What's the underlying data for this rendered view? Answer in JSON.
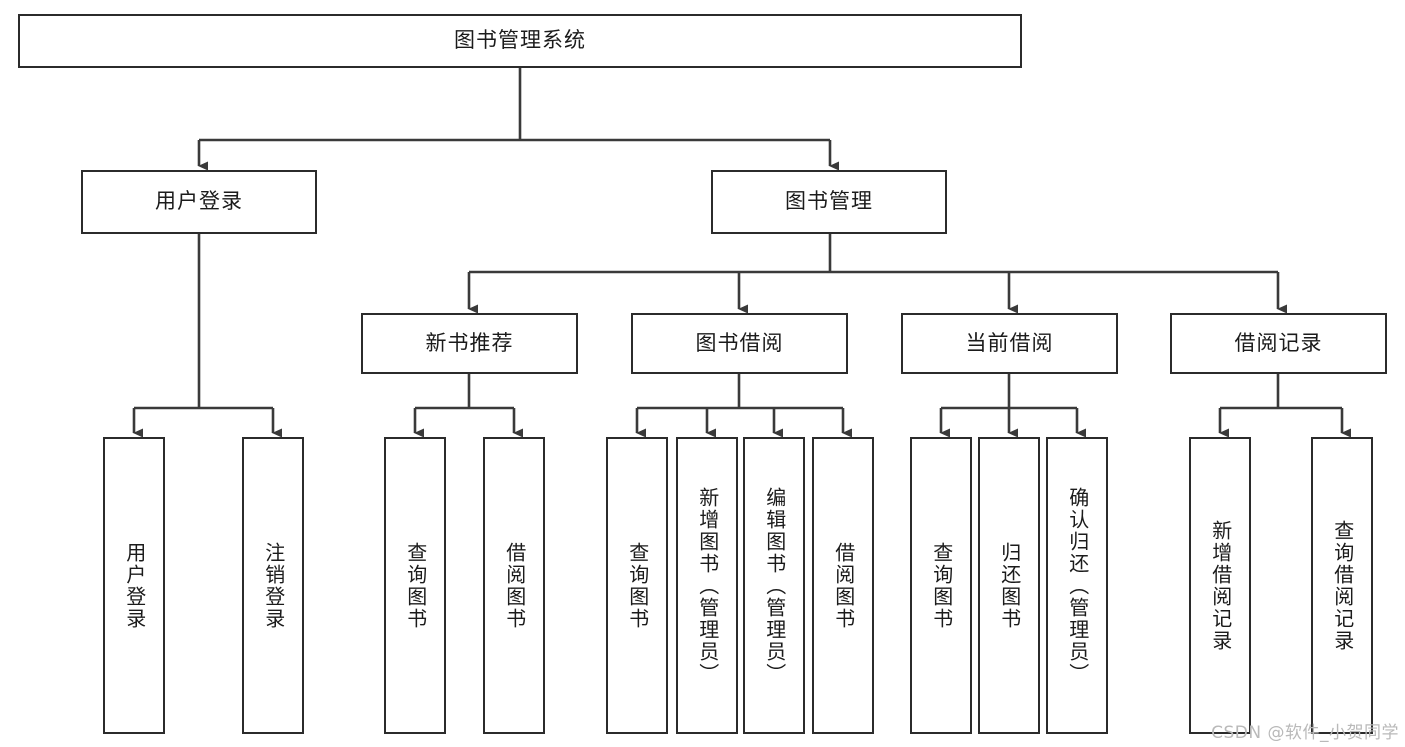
{
  "diagram": {
    "type": "hierarchy-tree",
    "title": "图书管理系统",
    "watermark": "CSDN @软件_小贺同学",
    "colors": {
      "box_border": "#2b2b2b",
      "box_fill": "#ffffff",
      "edge": "#3a3a3a",
      "text": "#1b1b1b",
      "watermark": "#b9b9b9"
    },
    "levels": {
      "root": {
        "label": "图书管理系统"
      },
      "level2": [
        {
          "id": "user-login",
          "label": "用户登录"
        },
        {
          "id": "book-management",
          "label": "图书管理"
        }
      ],
      "level3": [
        {
          "id": "new-book-recommend",
          "label": "新书推荐",
          "parent": "book-management"
        },
        {
          "id": "book-borrow",
          "label": "图书借阅",
          "parent": "book-management"
        },
        {
          "id": "current-borrow",
          "label": "当前借阅",
          "parent": "book-management"
        },
        {
          "id": "borrow-record",
          "label": "借阅记录",
          "parent": "book-management"
        }
      ],
      "leaves": [
        {
          "id": "leaf-user-login",
          "label": "用户登录",
          "parent": "user-login"
        },
        {
          "id": "leaf-logout-login",
          "label": "注销登录",
          "parent": "user-login"
        },
        {
          "id": "leaf-query-book-1",
          "label": "查询图书",
          "parent": "new-book-recommend"
        },
        {
          "id": "leaf-borrow-book-1",
          "label": "借阅图书",
          "parent": "new-book-recommend"
        },
        {
          "id": "leaf-query-book-2",
          "label": "查询图书",
          "parent": "book-borrow"
        },
        {
          "id": "leaf-add-book",
          "label": "新增图书（管理员）",
          "parent": "book-borrow"
        },
        {
          "id": "leaf-edit-book",
          "label": "编辑图书（管理员）",
          "parent": "book-borrow"
        },
        {
          "id": "leaf-borrow-book-2",
          "label": "借阅图书",
          "parent": "book-borrow"
        },
        {
          "id": "leaf-query-book-3",
          "label": "查询图书",
          "parent": "current-borrow"
        },
        {
          "id": "leaf-return-book",
          "label": "归还图书",
          "parent": "current-borrow"
        },
        {
          "id": "leaf-confirm-return",
          "label": "确认归还（管理员）",
          "parent": "current-borrow"
        },
        {
          "id": "leaf-add-record",
          "label": "新增借阅记录",
          "parent": "borrow-record"
        },
        {
          "id": "leaf-query-record",
          "label": "查询借阅记录",
          "parent": "borrow-record"
        }
      ]
    }
  }
}
